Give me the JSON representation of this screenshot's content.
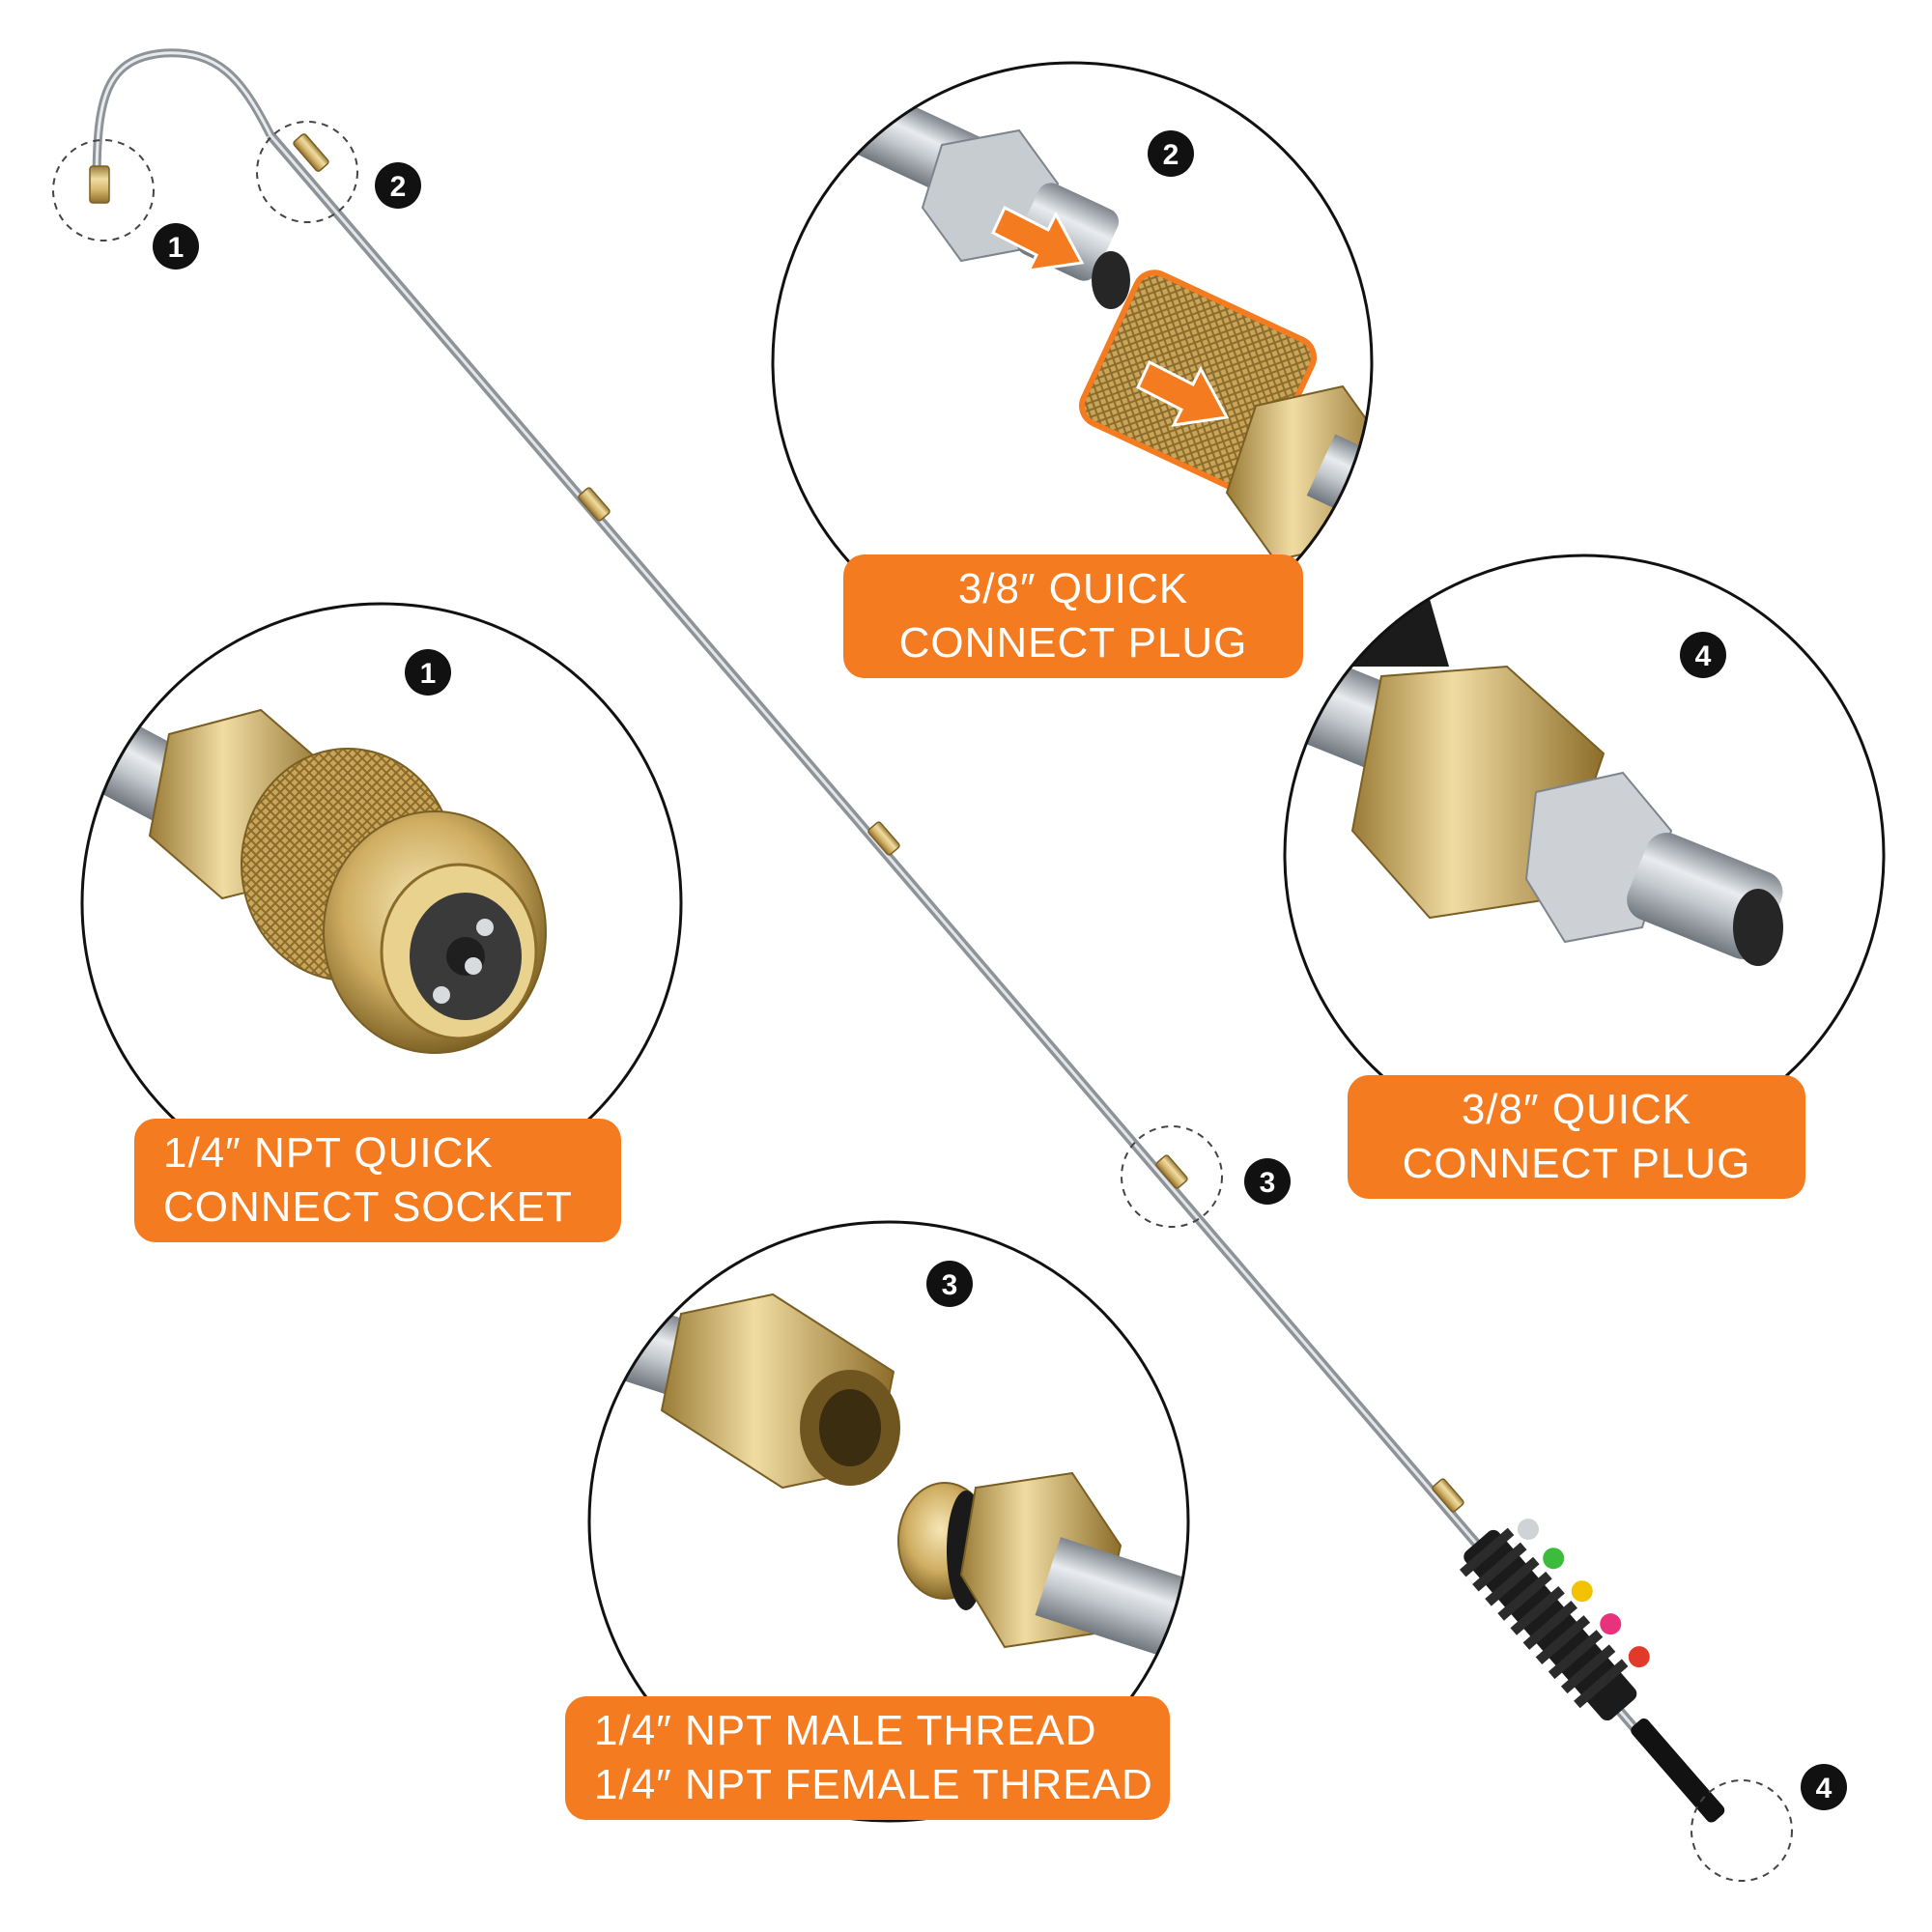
{
  "callouts": [
    {
      "number": "1",
      "lines": [
        "1/4″ NPT QUICK",
        "CONNECT SOCKET"
      ]
    },
    {
      "number": "2",
      "lines": [
        "3/8″ QUICK",
        "CONNECT PLUG"
      ]
    },
    {
      "number": "3",
      "lines": [
        "1/4″ NPT MALE THREAD",
        "1/4″ NPT FEMALE THREAD"
      ]
    },
    {
      "number": "4",
      "lines": [
        "3/8″ QUICK",
        "CONNECT PLUG"
      ]
    }
  ],
  "colors": {
    "accent": "#f47b20",
    "brass": "#c9a760",
    "steel": "#b9bec4",
    "badge": "#111111"
  },
  "icons": [
    "wand-illustration",
    "nozzle-tips-icon",
    "direction-arrow-icon"
  ]
}
